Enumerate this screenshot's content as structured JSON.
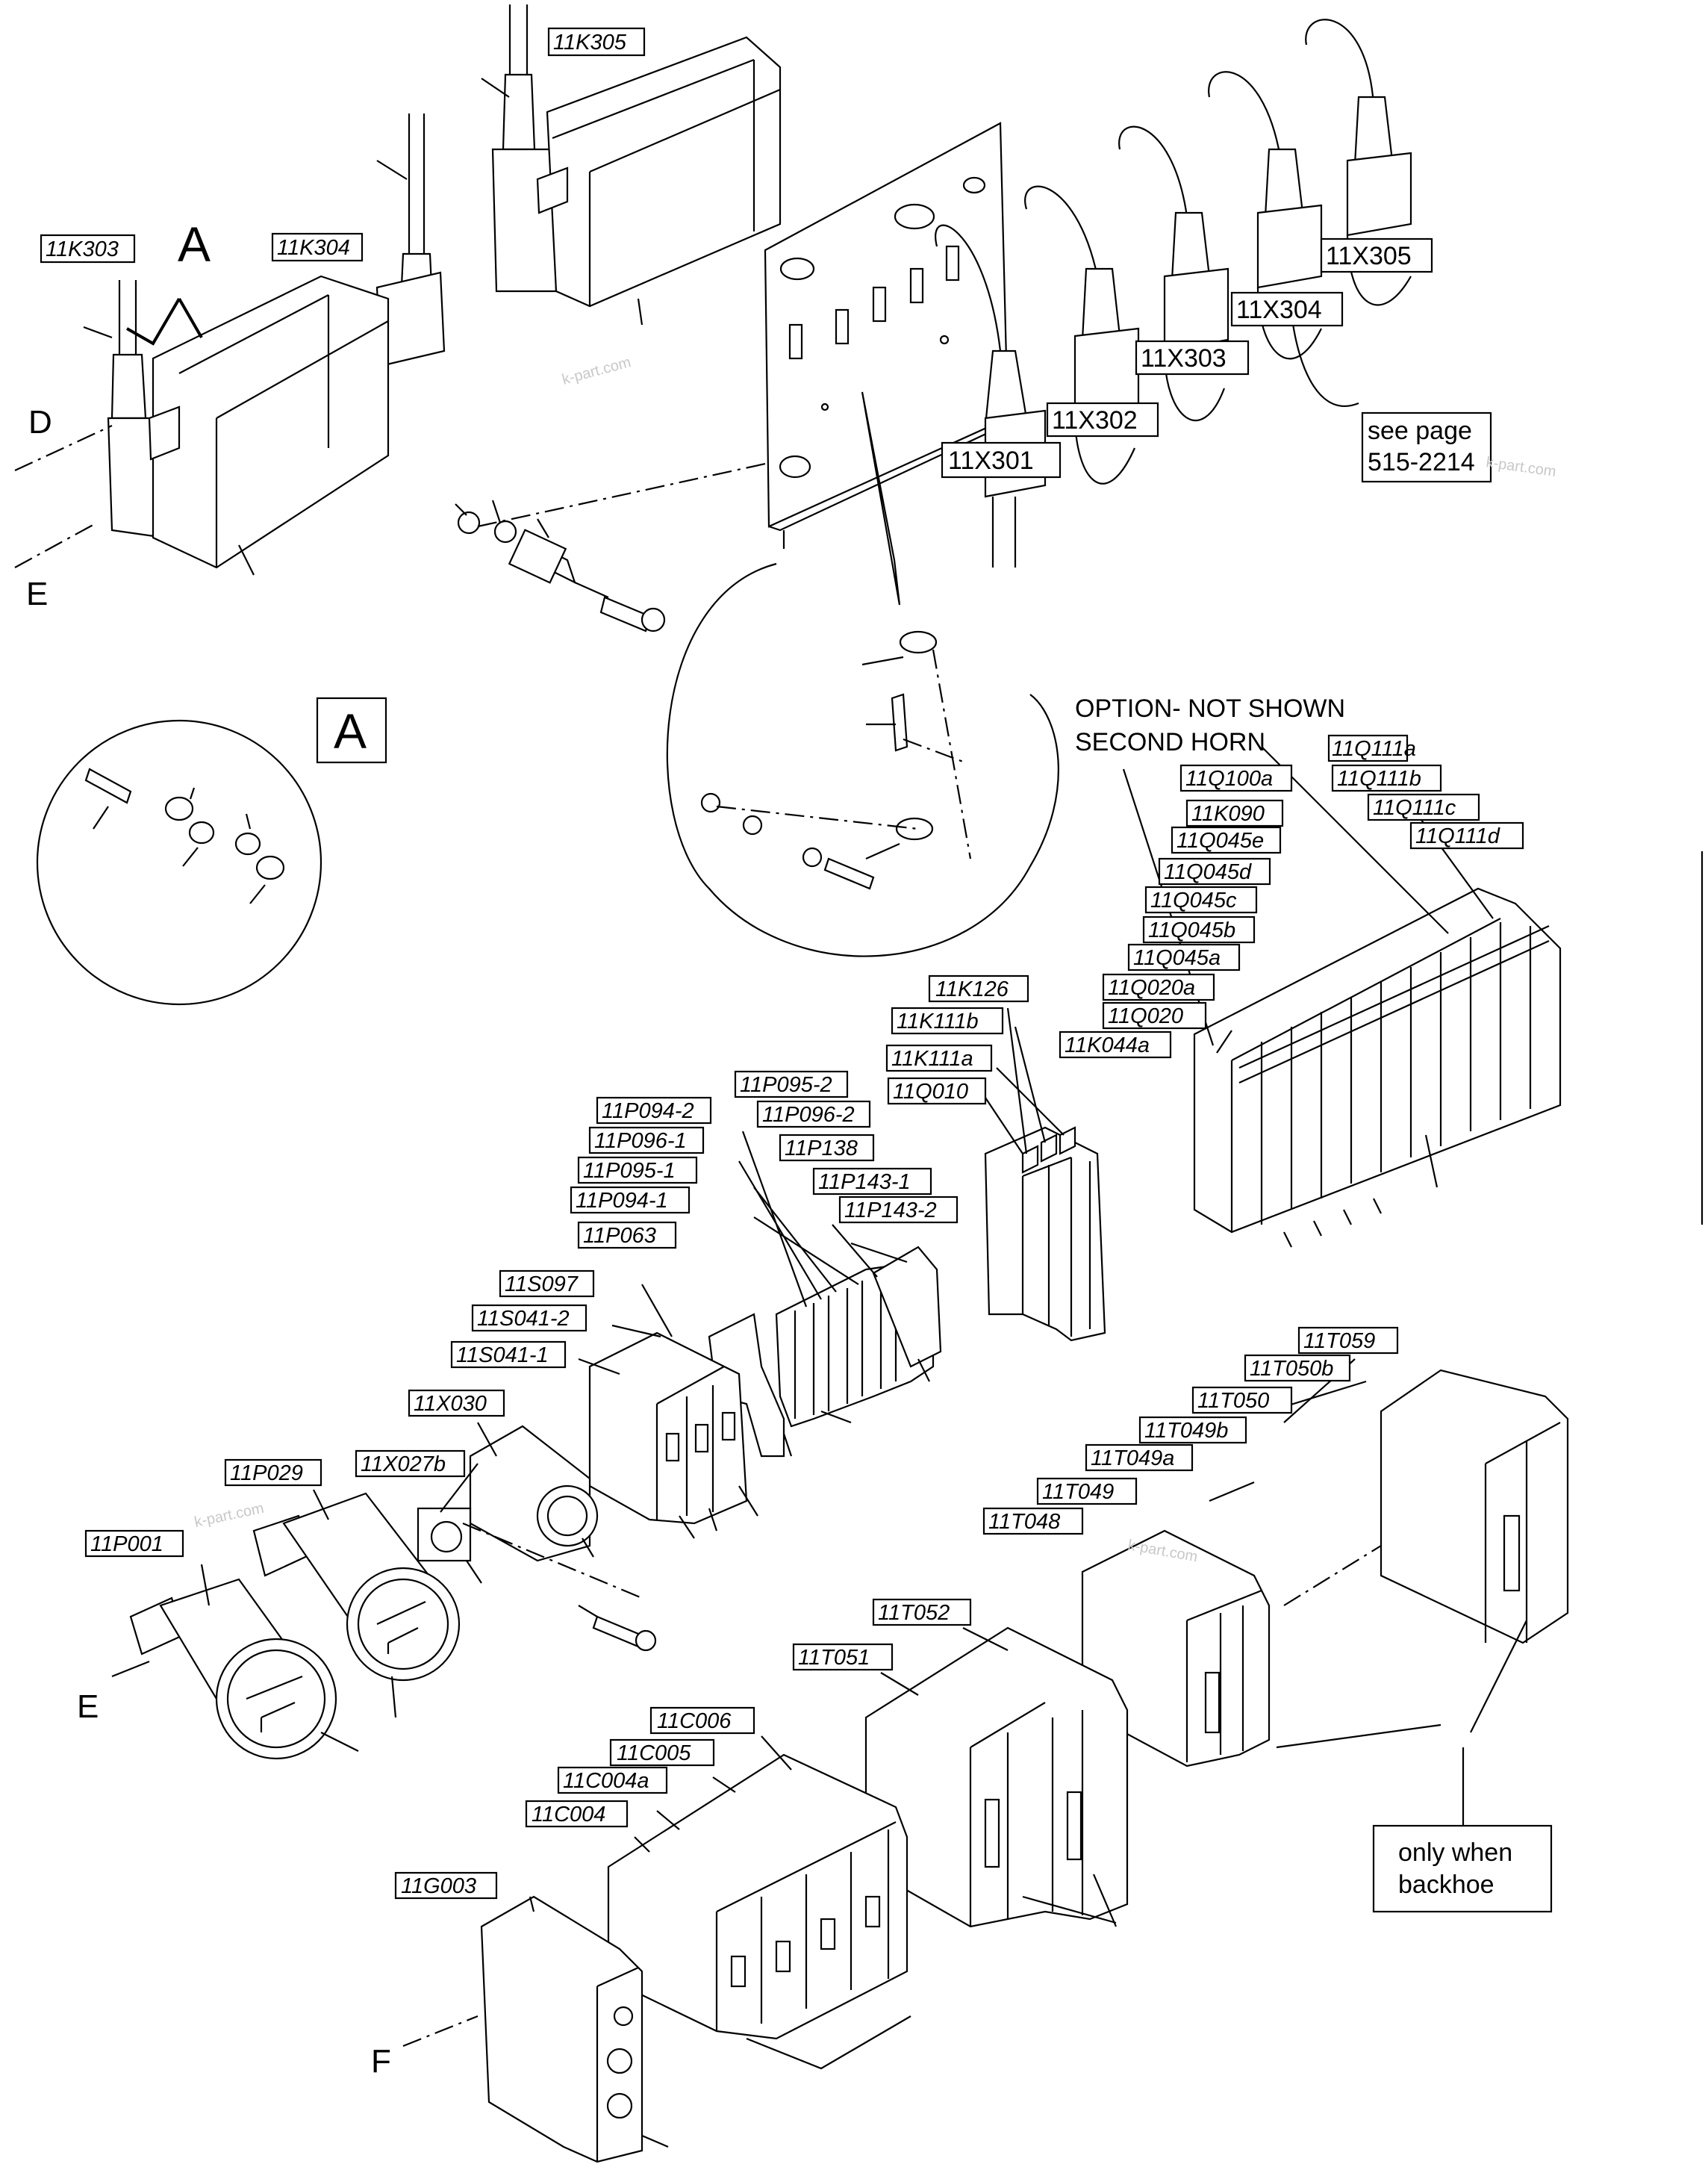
{
  "callouts": {
    "k305": "11K305",
    "k303": "11K303",
    "k304": "11K304",
    "x301": "11X301",
    "x302": "11X302",
    "x303": "11X303",
    "x304": "11X304",
    "x305": "11X305",
    "q111a": "11Q111a",
    "q100a": "11Q100a",
    "q111b": "11Q111b",
    "k090": "11K090",
    "q111c": "11Q111c",
    "q045e": "11Q045e",
    "q111d": "11Q111d",
    "q045d": "11Q045d",
    "q045c": "11Q045c",
    "q045b": "11Q045b",
    "q045a": "11Q045a",
    "q020a": "11Q020a",
    "q020": "11Q020",
    "k044a": "11K044a",
    "k126": "11K126",
    "k111b": "11K111b",
    "k111a": "11K111a",
    "q010": "11Q010",
    "p095_2": "11P095-2",
    "p094_2": "11P094-2",
    "p096_2": "11P096-2",
    "p096_1": "11P096-1",
    "p138": "11P138",
    "p095_1": "11P095-1",
    "p143_1": "11P143-1",
    "p094_1": "11P094-1",
    "p143_2": "11P143-2",
    "p063": "11P063",
    "s097": "11S097",
    "s041_2": "11S041-2",
    "s041_1": "11S041-1",
    "x030": "11X030",
    "p029": "11P029",
    "x027b": "11X027b",
    "p001": "11P001",
    "t059": "11T059",
    "t050b": "11T050b",
    "t050": "11T050",
    "t049b": "11T049b",
    "t049a": "11T049a",
    "t049": "11T049",
    "t048": "11T048",
    "t052": "11T052",
    "t051": "11T051",
    "c006": "11C006",
    "c005": "11C005",
    "c004a": "11C004a",
    "c004": "11C004",
    "g003": "11G003"
  },
  "letters": {
    "a_arrow": "A",
    "a_detail": "A",
    "d": "D",
    "e1": "E",
    "e2": "E",
    "f": "F"
  },
  "notes": {
    "see_page_l1": "see page",
    "see_page_l2": "515-2214",
    "option_l1": "OPTION- NOT SHOWN",
    "option_l2": "SECOND HORN",
    "backhoe_l1": "only when",
    "backhoe_l2": "backhoe"
  },
  "watermarks": {
    "w1": "k-part.com",
    "w2": "k-part.com",
    "w3": "k-part.com",
    "w4": "k-part.com"
  }
}
